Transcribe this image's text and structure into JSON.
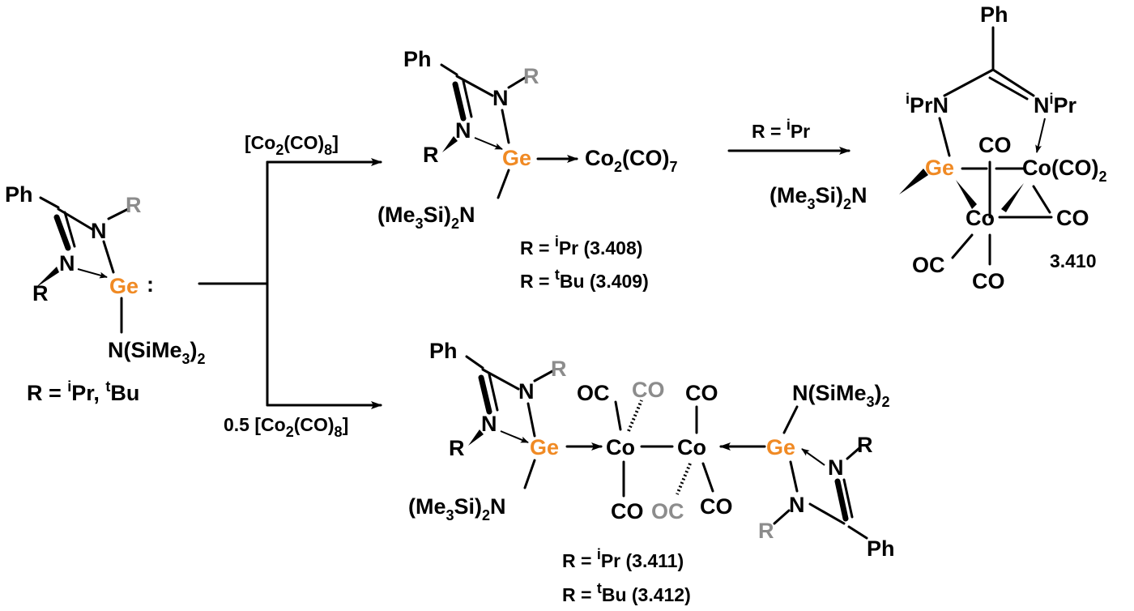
{
  "colors": {
    "ink": "#000000",
    "germanium": "#f08a24",
    "alt_group": "#8c8c8c",
    "background": "#ffffff"
  },
  "labels": {
    "ph": "Ph",
    "ge": "Ge",
    "co": "Co",
    "n": "N",
    "r": "R",
    "oc": "OC",
    "carbonyl": "CO",
    "colon": ":",
    "me3si": "(Me",
    "si2": "Si)",
    "n_sime3": "N(SiMe",
    "close": ")",
    "three": "3",
    "two": "2",
    "seven": "7",
    "eight": "8",
    "ipr": "Pr",
    "sup_i": "i",
    "sup_t": "t",
    "tbu": "Bu",
    "co_open": "Co",
    "co_paren": "(CO)",
    "bracket_open": "[Co",
    "bracket_close": "]",
    "half": "0.5 "
  },
  "start": {
    "r_def_prefix": "R = ",
    "r_def_sep": "Pr, ",
    "r_def_tail": "Bu"
  },
  "top_product": {
    "cpd_a": "R = ",
    "cpd_a_tail": "Pr (3.408)",
    "cpd_b_tail": "Bu (3.409)"
  },
  "final_top": {
    "condition_prefix": "R = ",
    "number": "3.410",
    "ipr_n": "Pr"
  },
  "bottom_product": {
    "cpd_a_tail": "Pr (3.411)",
    "cpd_b_tail": "Bu (3.412)"
  }
}
